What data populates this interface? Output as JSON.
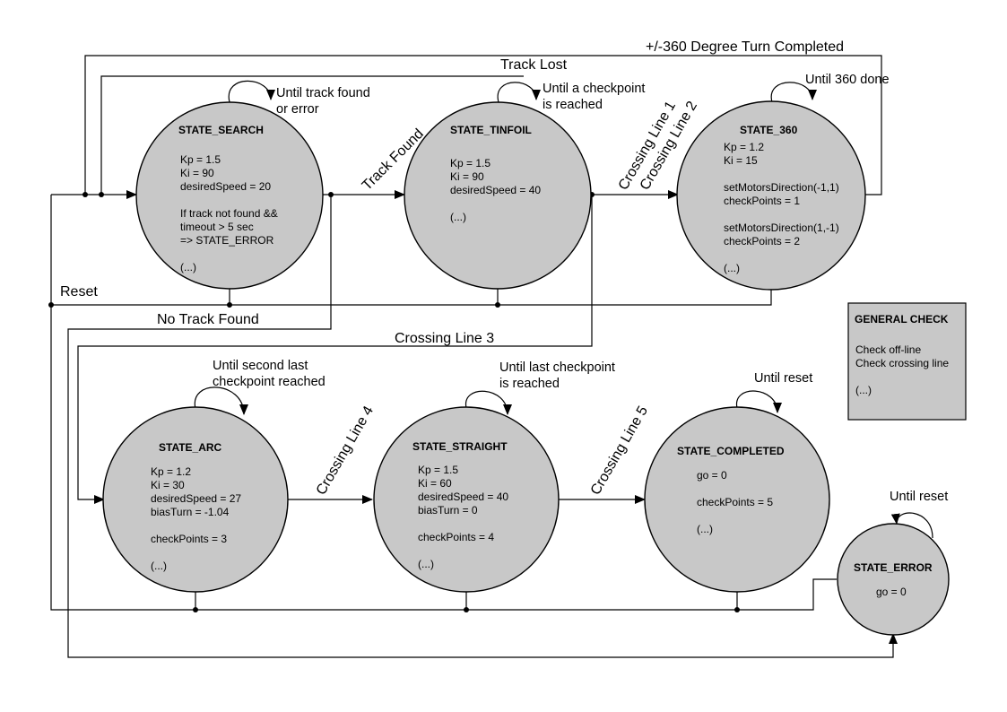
{
  "states": {
    "search": {
      "title": "STATE_SEARCH",
      "lines": [
        "Kp = 1.5",
        "Ki = 90",
        "desiredSpeed = 20",
        "",
        "If track not found &&",
        "timeout > 5 sec",
        "=> STATE_ERROR",
        "",
        "(...)"
      ]
    },
    "tinfoil": {
      "title": "STATE_TINFOIL",
      "lines": [
        "Kp = 1.5",
        "Ki = 90",
        "desiredSpeed = 40",
        "",
        "(...)"
      ]
    },
    "s360": {
      "title": "STATE_360",
      "lines": [
        "Kp = 1.2",
        "Ki = 15",
        "",
        "setMotorsDirection(-1,1)",
        "checkPoints = 1",
        "",
        "setMotorsDirection(1,-1)",
        "checkPoints = 2",
        "",
        "(...)"
      ]
    },
    "arc": {
      "title": "STATE_ARC",
      "lines": [
        "Kp = 1.2",
        "Ki = 30",
        "desiredSpeed = 27",
        "biasTurn = -1.04",
        "",
        "checkPoints = 3",
        "",
        "(...)"
      ]
    },
    "straight": {
      "title": "STATE_STRAIGHT",
      "lines": [
        "Kp = 1.5",
        "Ki = 60",
        "desiredSpeed = 40",
        "biasTurn = 0",
        "",
        "checkPoints = 4",
        "",
        "(...)"
      ]
    },
    "completed": {
      "title": "STATE_COMPLETED",
      "lines": [
        "go = 0",
        "",
        "checkPoints = 5",
        "",
        "(...)"
      ]
    },
    "error": {
      "title": "STATE_ERROR",
      "lines": [
        "go = 0"
      ]
    }
  },
  "general_check": {
    "title": "GENERAL CHECK",
    "lines": [
      "Check off-line",
      "Check crossing line",
      "",
      "(...)"
    ]
  },
  "transitions": {
    "turn_completed": "+/-360 Degree Turn Completed",
    "track_lost": "Track Lost",
    "track_found": "Track Found",
    "crossing_1": "Crossing Line 1",
    "crossing_2": "Crossing Line 2",
    "crossing_3": "Crossing Line 3",
    "crossing_4": "Crossing Line 4",
    "crossing_5": "Crossing Line 5",
    "reset": "Reset",
    "no_track_found": "No Track Found"
  },
  "self_loops": {
    "search_1": "Until track found",
    "search_2": "or error",
    "tinfoil_1": "Until a checkpoint",
    "tinfoil_2": "is reached",
    "s360": "Until 360 done",
    "arc_1": "Until second last",
    "arc_2": "checkpoint reached",
    "straight_1": "Until last checkpoint",
    "straight_2": "is reached",
    "completed": "Until reset",
    "error": "Until reset"
  }
}
